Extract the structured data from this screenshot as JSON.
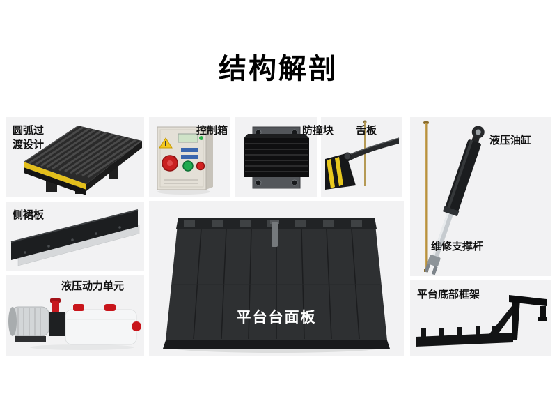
{
  "page": {
    "title": "结构解剖"
  },
  "panels": {
    "arc_transition": {
      "label": "圆弧过渡设计"
    },
    "control_box": {
      "label": "控制箱"
    },
    "bumper": {
      "label": "防撞块"
    },
    "lip_plate": {
      "label": "舌板"
    },
    "hydraulic_cylinder": {
      "label": "液压油缸"
    },
    "maintenance_rod": {
      "label": "维修支撑杆"
    },
    "side_skirt": {
      "label": "侧裙板"
    },
    "hydraulic_power_unit": {
      "label": "液压动力单元"
    },
    "platform_deck": {
      "label": "平台台面板"
    },
    "bottom_frame": {
      "label": "平台底部框架"
    }
  },
  "colors": {
    "hazard_yellow": "#e3bf1c",
    "emergency_red": "#c92020",
    "start_green": "#1faa4f",
    "label_text": "#111111",
    "deck_label_text": "#ffffff"
  }
}
